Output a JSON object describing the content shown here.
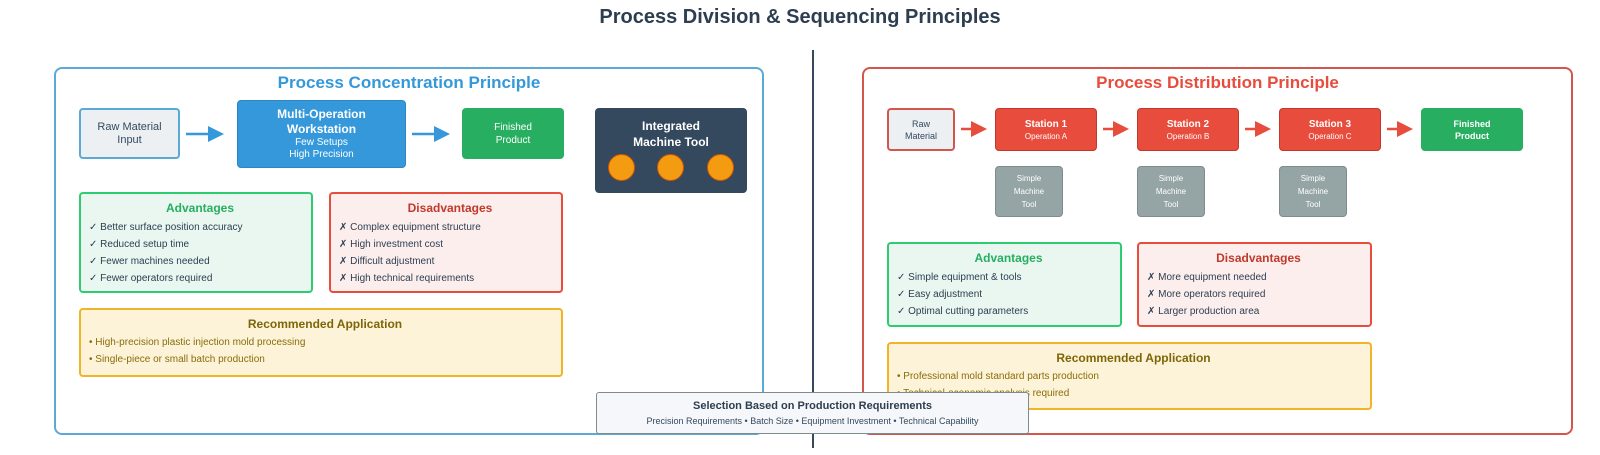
{
  "title": "Process Division & Sequencing Principles",
  "concentration": {
    "title": "Process Concentration Principle",
    "raw_material": "Raw Material\nInput",
    "workstation": {
      "title": "Multi-Operation\nWorkstation",
      "subtitle": "Few Setups\nHigh Precision"
    },
    "finished": "Finished\nProduct",
    "integrated": "Integrated\nMachine Tool",
    "advantages": {
      "title": "Advantages",
      "items": [
        "✓ Better surface position accuracy",
        "✓ Reduced setup time",
        "✓ Fewer machines needed",
        "✓ Fewer operators required"
      ]
    },
    "disadvantages": {
      "title": "Disadvantages",
      "items": [
        "✗ Complex equipment structure",
        "✗ High investment cost",
        "✗ Difficult adjustment",
        "✗ High technical requirements"
      ]
    },
    "recommended": {
      "title": "Recommended Application",
      "items": [
        "• High-precision plastic injection mold processing",
        "• Single-piece or small batch production"
      ]
    }
  },
  "distribution": {
    "title": "Process Distribution Principle",
    "raw_material": "Raw\nMaterial",
    "stations": [
      {
        "title": "Station 1",
        "subtitle": "Operation A"
      },
      {
        "title": "Station 2",
        "subtitle": "Operation B"
      },
      {
        "title": "Station 3",
        "subtitle": "Operation C"
      }
    ],
    "simple_tool": "Simple\nMachine\nTool",
    "finished": "Finished\nProduct",
    "advantages": {
      "title": "Advantages",
      "items": [
        "✓ Simple equipment & tools",
        "✓ Easy adjustment",
        "✓ Optimal cutting parameters"
      ]
    },
    "disadvantages": {
      "title": "Disadvantages",
      "items": [
        "✗ More equipment needed",
        "✗ More operators required",
        "✗ Larger production area"
      ]
    },
    "recommended": {
      "title": "Recommended Application",
      "items": [
        "• Professional mold standard parts production",
        "• Technical-economic analysis required"
      ]
    }
  },
  "selection": {
    "title": "Selection Based on Production Requirements",
    "subtitle": "Precision Requirements • Batch Size • Equipment Investment • Technical Capability"
  },
  "colors": {
    "concentration_accent": "#3498db",
    "distribution_accent": "#e74c3c",
    "finished": "#27ae60",
    "integrated": "#34495e",
    "simple_tool": "#95a5a6"
  }
}
